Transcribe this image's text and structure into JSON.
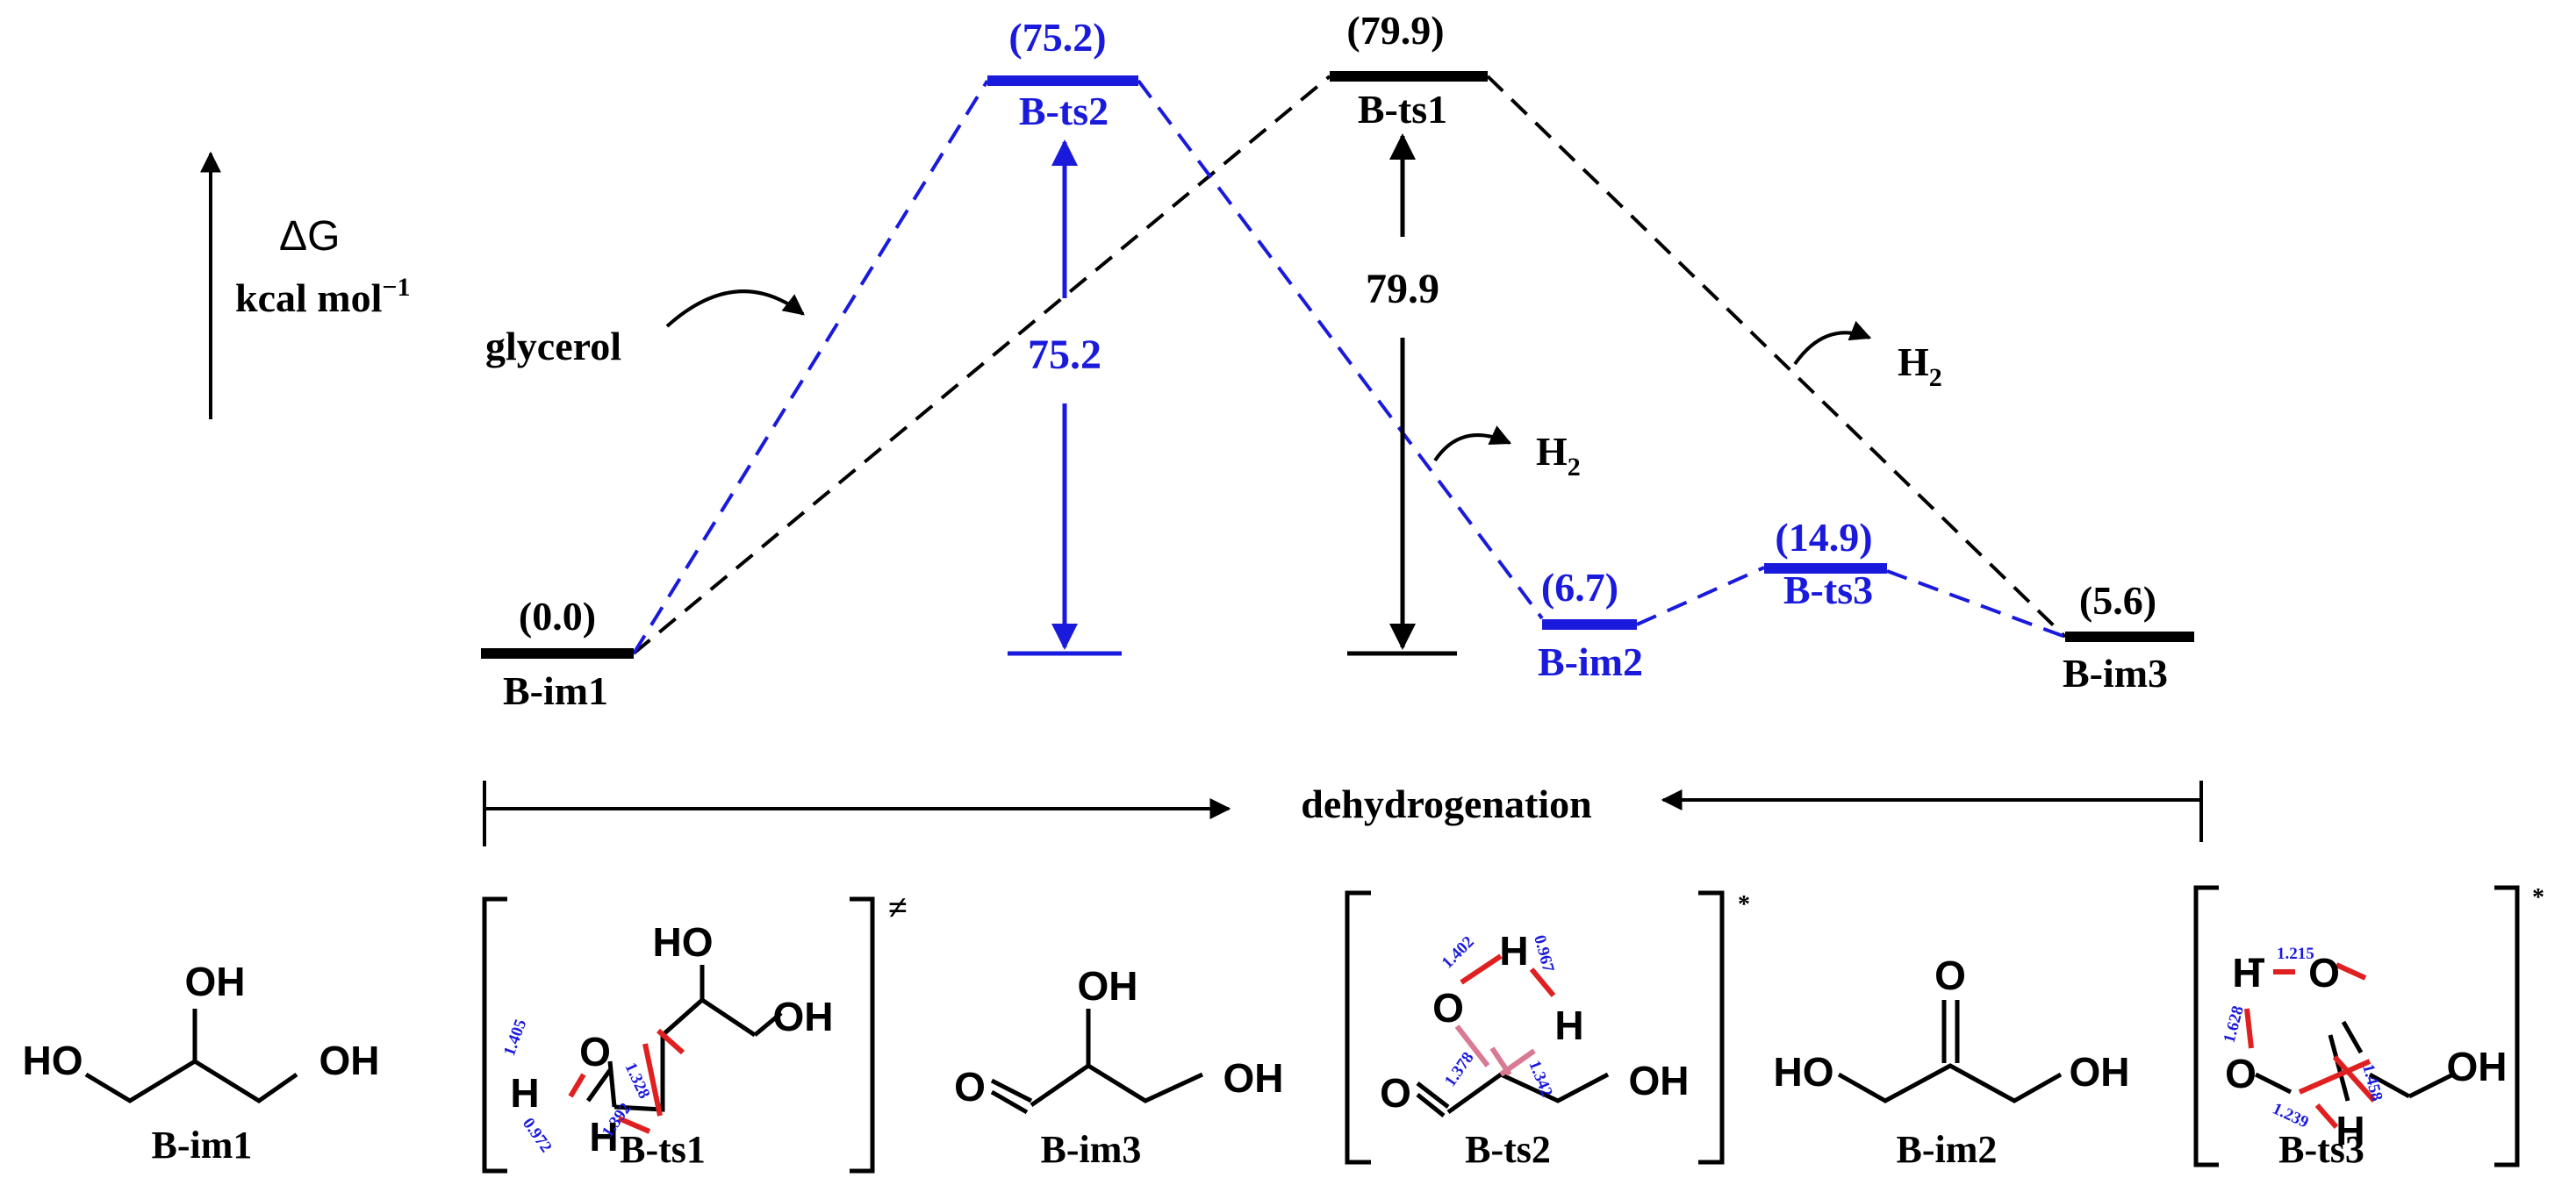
{
  "axis": {
    "symbol": "ΔG",
    "unit": "kcal mol",
    "unit_exp": "−1"
  },
  "reactant": "glycerol",
  "side_products": [
    "H",
    "H"
  ],
  "side_products_sub": "2",
  "process": "dehydrogenation",
  "colors": {
    "path_a": "#000000",
    "path_b": "#1a1adc",
    "bond_red": "#e02020",
    "bond_pink": "#d87a92"
  },
  "levels": {
    "b_im1": {
      "name": "B-im1",
      "energy": "(0.0)"
    },
    "b_ts1": {
      "name": "B-ts1",
      "energy": "(79.9)"
    },
    "b_im3": {
      "name": "B-im3",
      "energy": "(5.6)"
    },
    "b_ts2": {
      "name": "B-ts2",
      "energy": "(75.2)"
    },
    "b_im2": {
      "name": "B-im2",
      "energy": "(6.7)"
    },
    "b_ts3": {
      "name": "B-ts3",
      "energy": "(14.9)"
    }
  },
  "barriers": {
    "black": "79.9",
    "blue": "75.2"
  },
  "structures": {
    "names": [
      "B-im1",
      "B-ts1",
      "B-im3",
      "B-ts2",
      "B-im2",
      "B-ts3"
    ],
    "ts_mark": "≠",
    "ts_mark_small": "*",
    "atoms": {
      "OH": "OH",
      "HO": "HO",
      "O": "O",
      "H": "H"
    },
    "ts1_bonds": [
      "1.405",
      "1.328",
      "1.392",
      "0.972"
    ],
    "ts2_bonds": [
      "1.402",
      "0.967",
      "1.378",
      "1.342"
    ],
    "ts3_bonds": [
      "1.215",
      "1.628",
      "1.458",
      "1.239"
    ]
  }
}
